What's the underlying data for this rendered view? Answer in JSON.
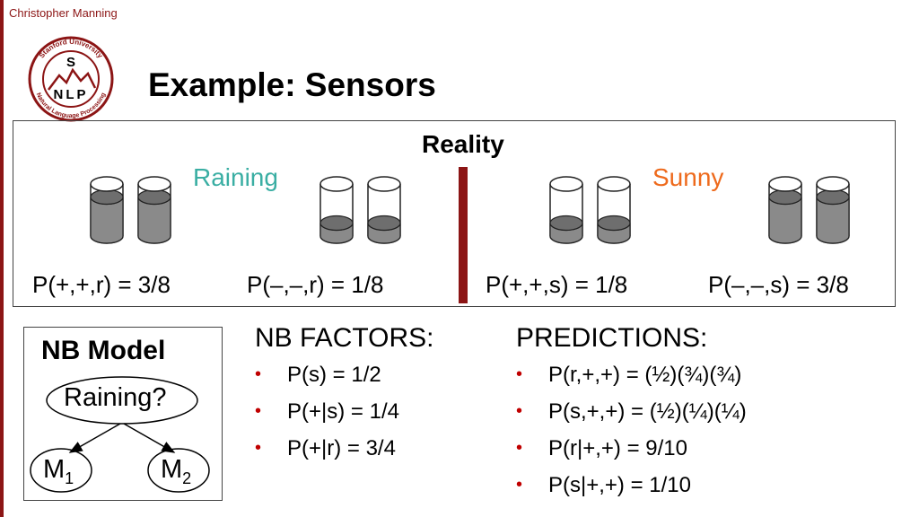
{
  "header": {
    "author": "Christopher Manning",
    "title": "Example: Sensors",
    "logo": {
      "ring_top": "Stanford University",
      "ring_bottom": "Natural Language Processing",
      "center_top": "S",
      "center_bottom": "NLP"
    }
  },
  "reality": {
    "title": "Reality",
    "raining_label": "Raining",
    "sunny_label": "Sunny",
    "probabilities": [
      "P(+,+,r) = 3/8",
      "P(–,–,r) = 1/8",
      "P(+,+,s) = 1/8",
      "P(–,–,s) = 3/8"
    ],
    "sensor_fill_levels": [
      0.75,
      0.75,
      0.25,
      0.25,
      0.25,
      0.25,
      0.75,
      0.75
    ]
  },
  "model": {
    "title": "NB Model",
    "root": "Raining?",
    "child1": {
      "name": "M",
      "sub": "1"
    },
    "child2": {
      "name": "M",
      "sub": "2"
    }
  },
  "factors": {
    "title": "NB FACTORS:",
    "items": [
      "P(s)   = 1/2",
      "P(+|s) = 1/4",
      "P(+|r) = 3/4"
    ]
  },
  "predictions": {
    "title": "PREDICTIONS:",
    "items": [
      "P(r,+,+) = (½)(¾)(¾)",
      "P(s,+,+) = (½)(¼)(¼)",
      "P(r|+,+) = 9/10",
      "P(s|+,+) = 1/10"
    ]
  },
  "colors": {
    "accent": "#8c1515",
    "raining": "#3aaea3",
    "sunny": "#ee6a1c",
    "bullet": "#c00000"
  }
}
